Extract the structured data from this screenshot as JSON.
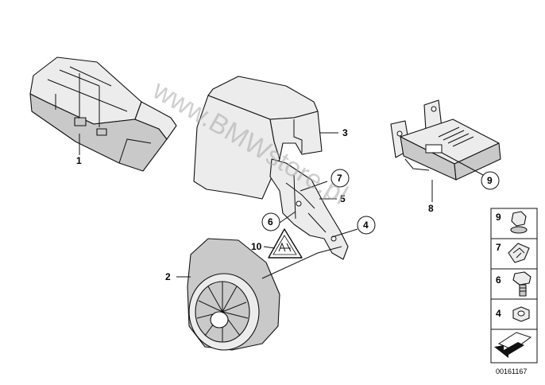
{
  "watermark": "www.BMWstore.pl",
  "callouts": {
    "c1": "1",
    "c2": "2",
    "c3": "3",
    "c4": "4",
    "c5": "5",
    "c6": "6",
    "c7": "7",
    "c8": "8",
    "c9": "9",
    "c10": "10"
  },
  "side_panel": {
    "p9": "9",
    "p7": "7",
    "p6": "6",
    "p4": "4"
  },
  "diagram_code": "00161167"
}
